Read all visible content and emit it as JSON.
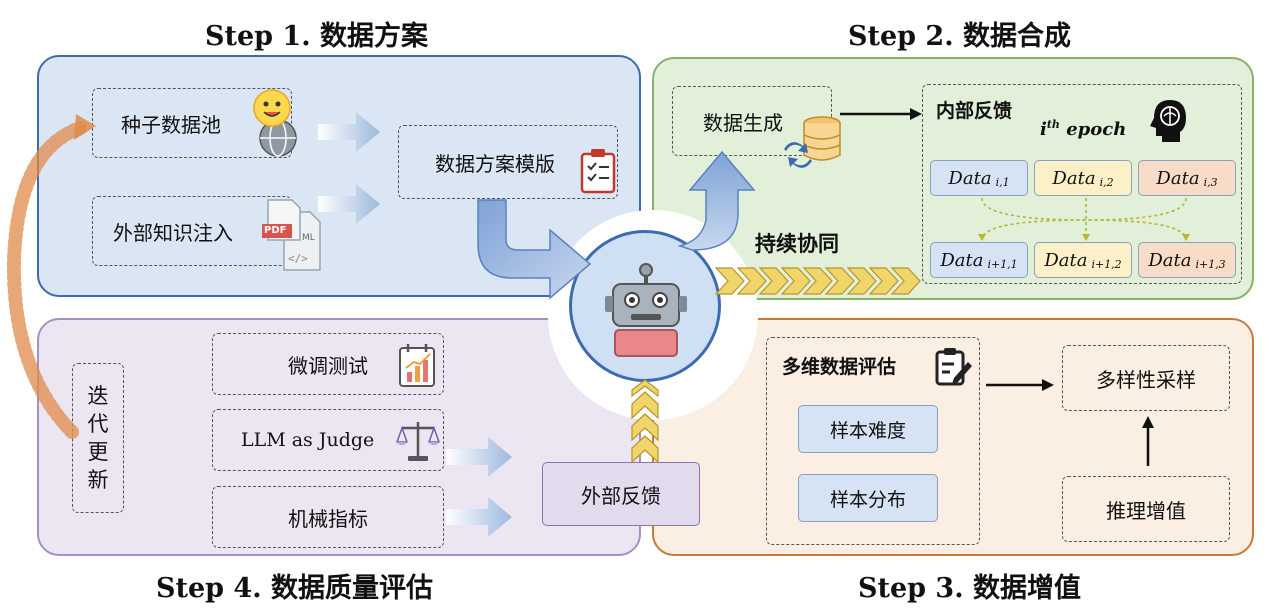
{
  "titles": {
    "step1": "Step 1. 数据方案",
    "step2": "Step 2. 数据合成",
    "step3": "Step 3. 数据增值",
    "step4": "Step 4. 数据质量评估"
  },
  "step1": {
    "seed_pool": "种子数据池",
    "external_knowledge": "外部知识注入",
    "template": "数据方案模版",
    "pdf_label": "PDF"
  },
  "step2": {
    "generation": "数据生成",
    "internal_feedback": "内部反馈",
    "epoch_base": "i",
    "epoch_sup": "th",
    "epoch_word": "epoch",
    "continuous": "持续协同",
    "data_word": "Data",
    "row1_subs": [
      "i,1",
      "i,2",
      "i,3"
    ],
    "row2_subs": [
      "i+1,1",
      "i+1,2",
      "i+1,3"
    ]
  },
  "step3": {
    "multi_eval": "多维数据评估",
    "difficulty": "样本难度",
    "distribution": "样本分布",
    "diversity": "多样性采样",
    "reasoning": "推理增值"
  },
  "step4": {
    "iterate": [
      "迭",
      "代",
      "更",
      "新"
    ],
    "finetune": "微调测试",
    "llm_judge": "LLM as Judge",
    "metrics": "机械指标",
    "external_feedback": "外部反馈"
  },
  "colors": {
    "blue_panel": "#dbe6f5",
    "blue_border": "#3d6ab0",
    "green_panel": "#e2efd9",
    "green_border": "#86b36a",
    "orange_panel": "#fbeee2",
    "orange_border": "#c97a3a",
    "purple_panel": "#ece6f3",
    "purple_border": "#a78fc2",
    "gold": "#d9b93a"
  }
}
